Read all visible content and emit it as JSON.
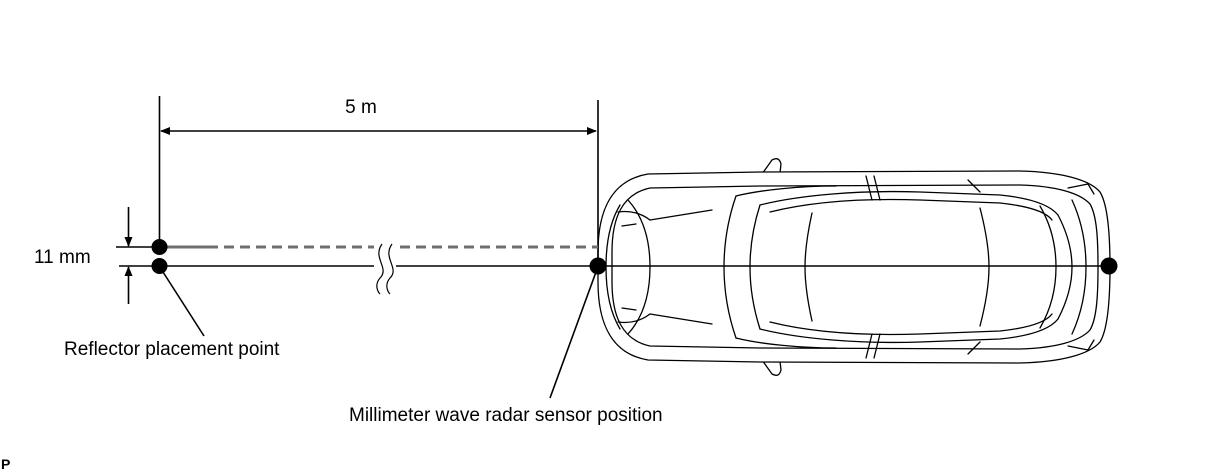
{
  "labels": {
    "distance": "5 m",
    "offset": "11 mm",
    "reflector": "Reflector placement point",
    "sensor": "Millimeter wave radar sensor position",
    "corner_mark": "P"
  }
}
